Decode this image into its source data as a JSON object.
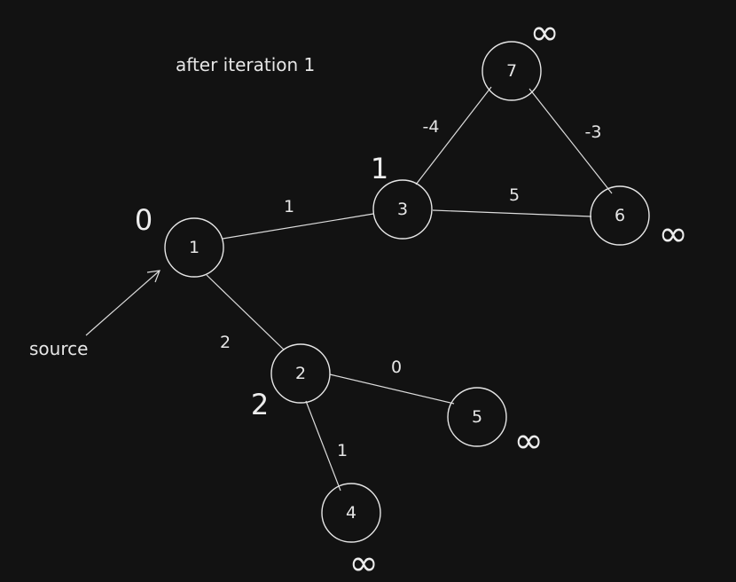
{
  "caption": "after iteration 1",
  "source_label": "source",
  "nodes": [
    {
      "id": "1",
      "label": "1",
      "distance": "0"
    },
    {
      "id": "2",
      "label": "2",
      "distance": "2"
    },
    {
      "id": "3",
      "label": "3",
      "distance": "1"
    },
    {
      "id": "4",
      "label": "4",
      "distance": "∞"
    },
    {
      "id": "5",
      "label": "5",
      "distance": "∞"
    },
    {
      "id": "6",
      "label": "6",
      "distance": "∞"
    },
    {
      "id": "7",
      "label": "7",
      "distance": "∞"
    }
  ],
  "edges": [
    {
      "from": "1",
      "to": "3",
      "weight": "1"
    },
    {
      "from": "1",
      "to": "2",
      "weight": "2"
    },
    {
      "from": "3",
      "to": "7",
      "weight": "-4"
    },
    {
      "from": "7",
      "to": "6",
      "weight": "-3"
    },
    {
      "from": "3",
      "to": "6",
      "weight": "5"
    },
    {
      "from": "2",
      "to": "5",
      "weight": "0"
    },
    {
      "from": "2",
      "to": "4",
      "weight": "1"
    }
  ]
}
